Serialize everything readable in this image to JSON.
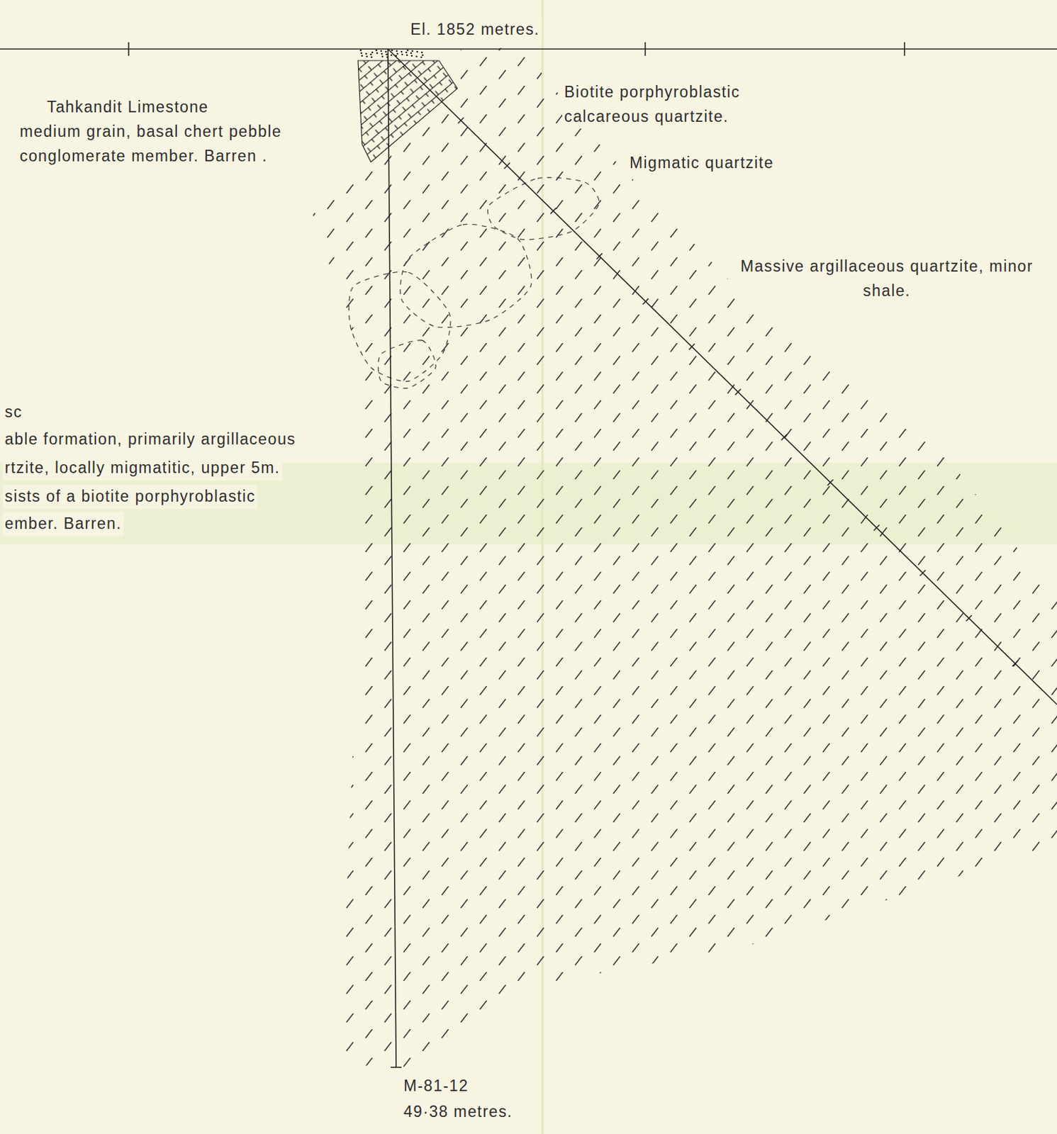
{
  "diagram": {
    "labels": [
      "El. 1852 metres.",
      "Tahkandit Limestone",
      "medium grain, basal chert pebble conglomerate member. Barren .",
      "Biotite porphyroblastic calcareous quartzite.",
      "Migmatic quartzite",
      "Massive argillaceous quartzite, minor shale.",
      "sc",
      "able formation, primarily argillaceous",
      "rtzite, locally migmatitic, upper 5m.",
      "sists of a biotite porphyroblastic",
      "ember. Barren.",
      "M-81-12",
      "49·38 metres."
    ]
  }
}
